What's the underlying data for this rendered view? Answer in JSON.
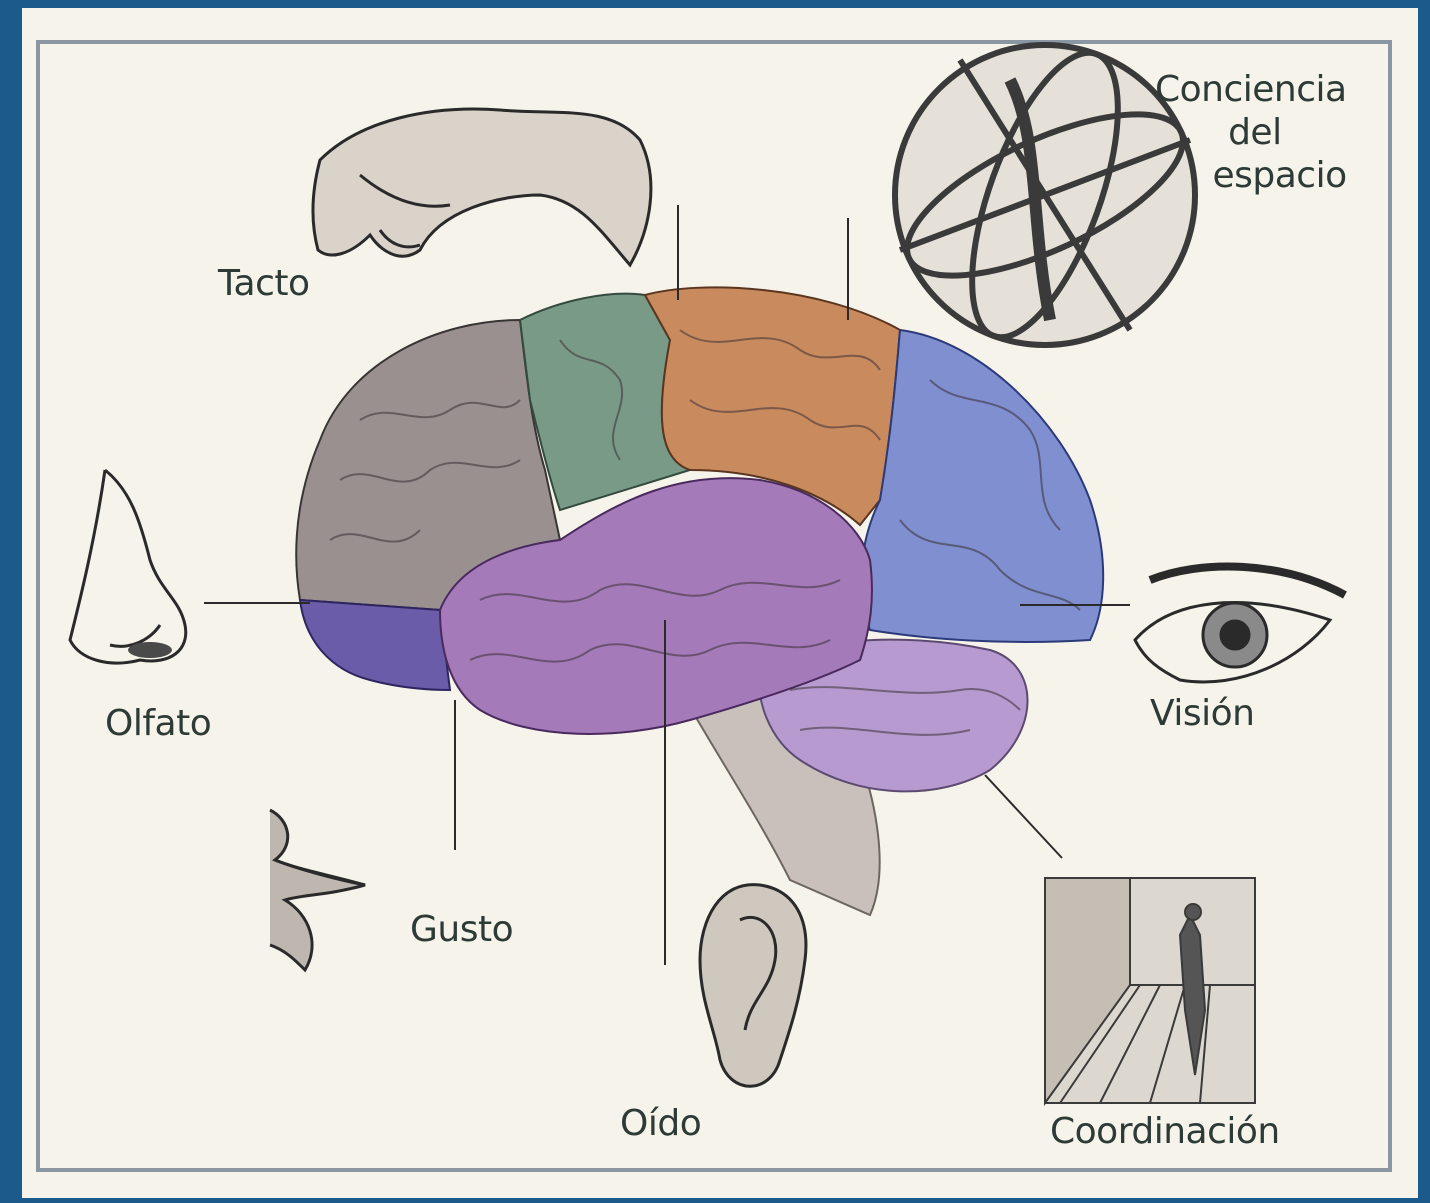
{
  "labels": {
    "tacto": "Tacto",
    "conciencia": [
      "Conciencia",
      "del",
      "espacio"
    ],
    "olfato": "Olfato",
    "vision": "Visión",
    "gusto": "Gusto",
    "oido": "Oído",
    "coordinacion": "Coordinación"
  },
  "colors": {
    "frontal": "#9a9090",
    "motor": "#7a9a88",
    "parietal": "#c98a5e",
    "occipital": "#7f8fd0",
    "temporal": "#a47ab8",
    "olfactory": "#6a5ca8",
    "cerebellum": "#b79ad0",
    "brainstem": "#c9c0bc",
    "border": "#2a2a2a",
    "background": "#1d5a8c"
  },
  "icons": [
    "hand-icon",
    "armillary-sphere-icon",
    "nose-icon",
    "eye-icon",
    "lips-icon",
    "ear-icon",
    "perspective-figure-icon"
  ]
}
